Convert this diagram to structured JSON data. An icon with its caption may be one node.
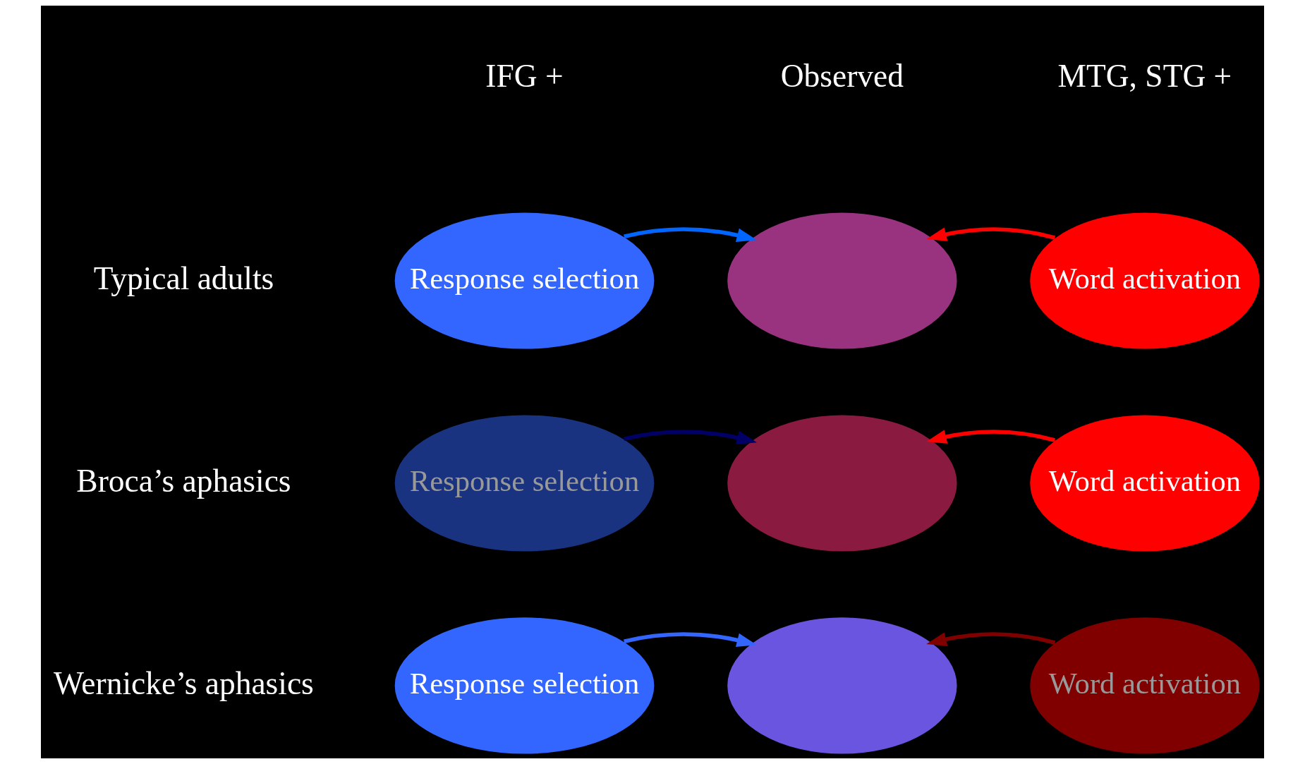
{
  "diagram": {
    "nodes": [
      {
        "text": [
          "Response selection"
        ]
      },
      {
        "text": [],
        "shape": "ellipse"
      },
      {
        "text": [
          "Word activation"
        ]
      },
      {
        "text": [
          "Response selection"
        ]
      },
      {
        "text": [],
        "shape": "ellipse"
      },
      {
        "text": [
          "Word activation"
        ]
      },
      {
        "text": [
          "Response selection"
        ]
      },
      {
        "text": [],
        "shape": "ellipse"
      },
      {
        "text": [
          "Word activation"
        ]
      }
    ],
    "edges": [
      {
        "from": 0,
        "to": 1,
        "arrow": "to",
        "color": "#0066ff"
      },
      {
        "from": 2,
        "to": 1,
        "arrow": "to",
        "color": "#ff0000"
      },
      {
        "from": 3,
        "to": 4,
        "arrow": "to",
        "color": "#000066"
      },
      {
        "from": 5,
        "to": 4,
        "arrow": "to",
        "color": "#ff0000"
      },
      {
        "from": 6,
        "to": 7,
        "arrow": "to",
        "color": "#3366ff"
      },
      {
        "from": 8,
        "to": 7,
        "arrow": "to",
        "color": "#800000"
      }
    ],
    "labels": [
      "IFG +",
      "Observed",
      "MTG, STG +",
      "Typical adults",
      "Broca’s aphasics",
      "Wernicke’s aphasics"
    ]
  }
}
